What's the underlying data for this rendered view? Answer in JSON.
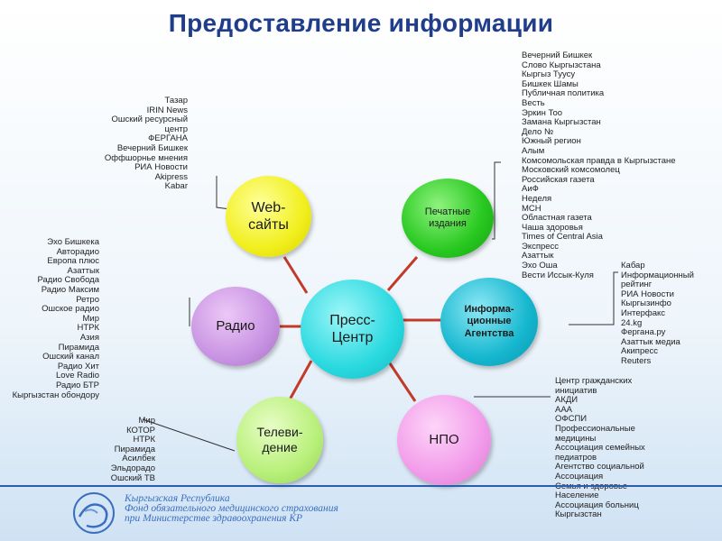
{
  "title": "Предоставление информации",
  "center": {
    "label": "Пресс-\nЦентр",
    "color": "#2ad9e0"
  },
  "nodes": {
    "web": {
      "label": "Web-\nсайты",
      "color": "#f4f21e"
    },
    "print": {
      "label": "Печатные\nиздания",
      "color": "#27c81f"
    },
    "agencies": {
      "label": "Информа-\nционные\nАгентства",
      "color": "#15b7cf"
    },
    "ngo": {
      "label": "НПО",
      "color": "#f29bea"
    },
    "tv": {
      "label": "Телеви-\nдение",
      "color": "#b8f07a"
    },
    "radio": {
      "label": "Радио",
      "color": "#c893e2"
    }
  },
  "lists": {
    "web": [
      "Тазар",
      "IRIN News",
      "Ошский ресурсный",
      "центр",
      "ФЕРГАНА",
      "Вечерний Бишкек",
      "Оффшорнье мнения",
      "РИА Новости",
      "Akipress",
      "Kabar"
    ],
    "print": [
      "Вечерний Бишкек",
      "Слово Кыргызстана",
      "Кыргыз Туусу",
      "Бишкек Шамы",
      "Публичная политика",
      "Весть",
      "Эркин Тоо",
      "Замана Кыргызстан",
      "Дело №",
      "Южный регион",
      "Алым",
      "Комсомольская правда в Кыргызстане",
      "Московский комсомолец",
      "Российская газета",
      "АиФ",
      "Неделя",
      "МСН",
      "Областная газета",
      "Чаша здоровья",
      "Times of Central Asia",
      "Экспресс",
      "Азаттык",
      "Эхо Оша",
      "Вести Иссык-Куля"
    ],
    "agencies": [
      "Кабар",
      "Информационный",
      "рейтинг",
      "РИА Новости",
      "Кыргызинфо",
      "Интерфакс",
      "24.kg",
      "Фергана.ру",
      "Азаттык медиа",
      "Акипресс",
      "Reuters"
    ],
    "ngo": [
      "Центр гражданских",
      "инициатив",
      "АКДИ",
      "ААА",
      "ОФСПИ",
      "Профессиональные",
      "медицины",
      "Ассоциация семейных",
      "педиатров",
      "Агентство социальной",
      "Ассоциация",
      "Семья и здоровье",
      "Население",
      "Ассоциация больниц",
      "Кыргызстан"
    ],
    "tv": [
      "Мир",
      "КОТОР",
      "НТРК",
      "Пирамида",
      "Асилбек",
      "Эльдорадо",
      "Ошский ТВ"
    ],
    "radio": [
      "Эхо Бишкека",
      "Авторадио",
      "Европа плюс",
      "Азаттык",
      "Радио Свобода",
      "Радио Максим",
      "Ретро",
      "Ошское радио",
      "Мир",
      "НТРК",
      "Азия",
      "Пирамида",
      "Ошский канал",
      "Радио Хит",
      "Love Radio",
      "Радио БТР",
      "Кыргызстан обондору"
    ]
  },
  "footer": {
    "line1": "Кыргызская Республика",
    "line2": "Фонд обязательного медицинского страхования",
    "line3": "при Министерстве здравоохранения КР"
  }
}
